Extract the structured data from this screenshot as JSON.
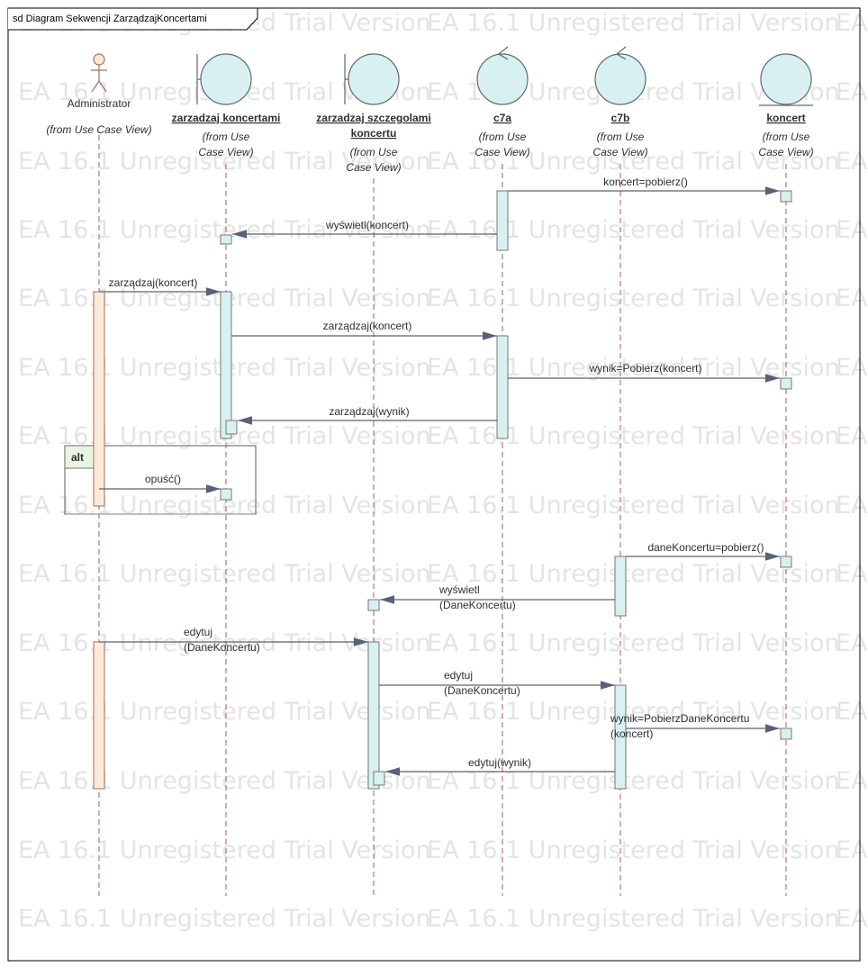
{
  "frame_title": "sd Diagram Sekwencji ZarządzajKoncertami",
  "watermark": "EA 16.1 Unregistered Trial Version",
  "lifelines": [
    {
      "id": "administrator",
      "kind": "actor",
      "name_lines": [
        "Administrator"
      ],
      "note_lines": [
        "(from Use Case View)"
      ],
      "underlined": false
    },
    {
      "id": "zarzadzaj-koncertami",
      "kind": "boundary",
      "name_lines": [
        "zarzadzaj koncertami"
      ],
      "note_lines": [
        "(from Use",
        "Case View)"
      ],
      "underlined": true
    },
    {
      "id": "zarzadzaj-szczegolami",
      "kind": "boundary",
      "name_lines": [
        "zarzadzaj szczegolami",
        "koncertu"
      ],
      "note_lines": [
        "(from Use",
        "Case View)"
      ],
      "underlined": true
    },
    {
      "id": "c7a",
      "kind": "control",
      "name_lines": [
        "c7a"
      ],
      "note_lines": [
        "(from Use",
        "Case View)"
      ],
      "underlined": true
    },
    {
      "id": "c7b",
      "kind": "control",
      "name_lines": [
        "c7b"
      ],
      "note_lines": [
        "(from Use",
        "Case View)"
      ],
      "underlined": true
    },
    {
      "id": "koncert",
      "kind": "entity",
      "name_lines": [
        "koncert"
      ],
      "note_lines": [
        "(from Use",
        "Case View)"
      ],
      "underlined": true
    }
  ],
  "messages": [
    {
      "from": "c7a",
      "to": "koncert",
      "label_lines": [
        "koncert=pobierz()"
      ]
    },
    {
      "from": "c7a",
      "to": "zarzadzaj-koncertami",
      "label_lines": [
        "wyświetl(koncert)"
      ]
    },
    {
      "from": "administrator",
      "to": "zarzadzaj-koncertami",
      "label_lines": [
        "zarządzaj(koncert)"
      ]
    },
    {
      "from": "zarzadzaj-koncertami",
      "to": "c7a",
      "label_lines": [
        "zarządzaj(koncert)"
      ]
    },
    {
      "from": "c7a",
      "to": "koncert",
      "label_lines": [
        "wynik=Pobierz(koncert)"
      ]
    },
    {
      "from": "c7a",
      "to": "zarzadzaj-koncertami",
      "label_lines": [
        "zarządzaj(wynik)"
      ]
    },
    {
      "from": "administrator",
      "to": "zarzadzaj-koncertami",
      "label_lines": [
        "opuść()"
      ]
    },
    {
      "from": "c7b",
      "to": "koncert",
      "label_lines": [
        "daneKoncertu=pobierz()"
      ]
    },
    {
      "from": "c7b",
      "to": "zarzadzaj-szczegolami",
      "label_lines": [
        "wyświetl",
        "(DaneKoncertu)"
      ]
    },
    {
      "from": "administrator",
      "to": "zarzadzaj-szczegolami",
      "label_lines": [
        "edytuj",
        "(DaneKoncertu)"
      ]
    },
    {
      "from": "zarzadzaj-szczegolami",
      "to": "c7b",
      "label_lines": [
        "edytuj",
        "(DaneKoncertu)"
      ]
    },
    {
      "from": "c7b",
      "to": "koncert",
      "label_lines": [
        "wynik=PobierzDaneKoncertu",
        "(koncert)"
      ]
    },
    {
      "from": "c7b",
      "to": "zarzadzaj-szczegolami",
      "label_lines": [
        "edytuj(wynik)"
      ]
    }
  ],
  "fragments": [
    {
      "operator": "alt"
    }
  ],
  "colors": {
    "lifeline_fill": "#d8f0f0",
    "actor_fill": "#fdebd7",
    "actor_stroke": "#a56d5e",
    "stroke": "#888888",
    "lifeline_dash": "#a35c5c",
    "arrow": "#5a6078",
    "frame": "#000000"
  }
}
